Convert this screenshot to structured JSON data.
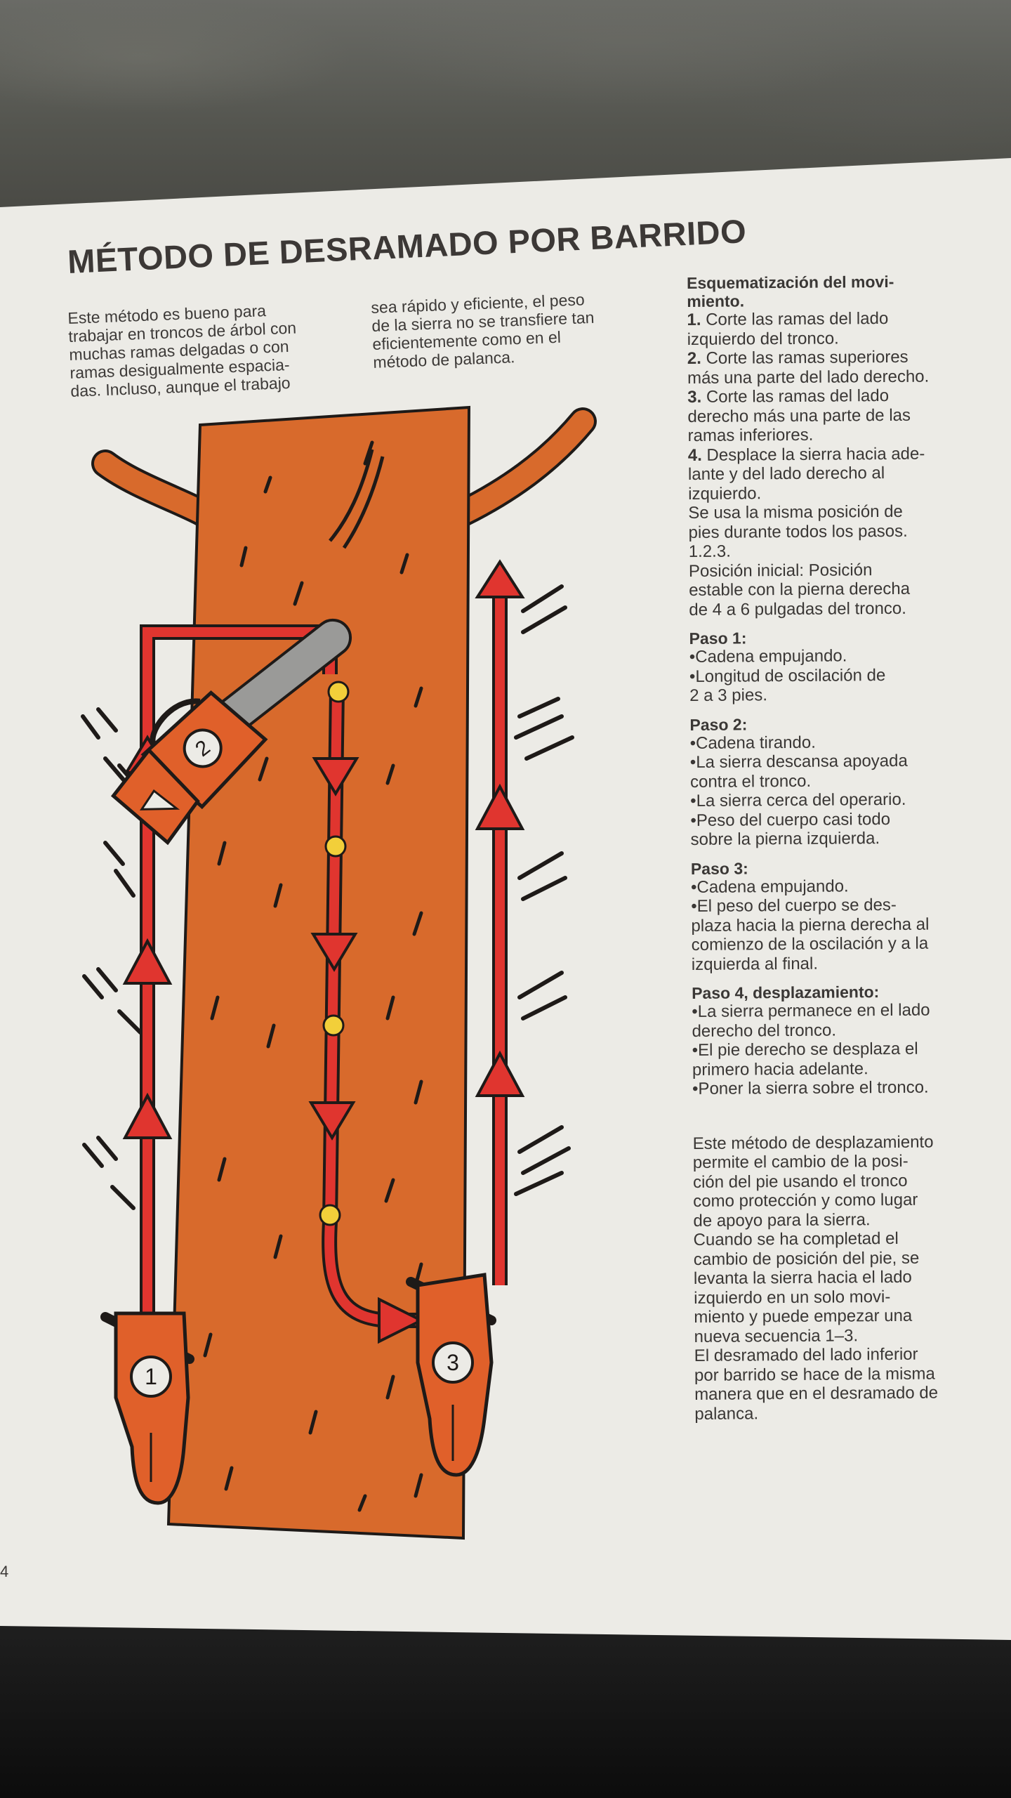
{
  "title": "MÉTODO DE DESRAMADO POR BARRIDO",
  "intro": {
    "col1": "Este método es bueno para\ntrabajar en troncos de árbol con\nmuchas ramas delgadas o con\nramas desigualmente espacia-\ndas. Incluso, aunque el trabajo",
    "col2": "sea rápido y eficiente, el peso\nde la sierra no se transfiere tan\neficientemente como en el\nmétodo de palanca."
  },
  "scheme": {
    "heading": "Esquematización del movi-\nmiento.",
    "steps": [
      {
        "num": "1.",
        "text": "Corte las ramas del lado\nizquierdo del tronco."
      },
      {
        "num": "2.",
        "text": "Corte las ramas superiores\nmás una parte del lado derecho."
      },
      {
        "num": "3.",
        "text": "Corte las ramas del lado\nderecho más una parte de las\nramas inferiores."
      },
      {
        "num": "4.",
        "text": "Desplace la sierra hacia ade-\nlante y del lado derecho al\nizquierdo."
      }
    ],
    "note": "Se usa la misma posición de\npies durante todos los pasos.\n1.2.3.\nPosición inicial: Posición\nestable con la pierna derecha\nde 4 a 6 pulgadas del tronco."
  },
  "pasos": [
    {
      "title": "Paso 1:",
      "items": [
        "Cadena empujando.",
        "Longitud de oscilación de\n2 a 3 pies."
      ]
    },
    {
      "title": "Paso 2:",
      "items": [
        "Cadena tirando.",
        "La sierra descansa apoyada\ncontra el tronco.",
        "La sierra cerca del operario.",
        "Peso del cuerpo casi todo\nsobre la pierna izquierda."
      ]
    },
    {
      "title": "Paso 3:",
      "items": [
        "Cadena empujando.",
        "El peso del cuerpo se des-\nplaza hacia la pierna derecha al\ncomienzo de la oscilación y a la\nizquierda al final."
      ]
    },
    {
      "title": "Paso 4, desplazamiento:",
      "items": [
        "La sierra permanece en el lado\nderecho del tronco.",
        "El pie derecho se desplaza el\nprimero hacia adelante.",
        "Poner la sierra sobre el tronco."
      ]
    }
  ],
  "closing": "Este método de desplazamiento\npermite el cambio de la posi-\nción del pie usando el tronco\ncomo protección y como lugar\nde apoyo para la sierra.\nCuando se ha completad el\ncambio de posición del pie, se\nlevanta la sierra hacia el lado\nizquierdo en un solo movi-\nmiento y puede empezar una\nnueva secuencia 1–3.\nEl desramado del lado inferior\npor barrido se hace de la misma\nmanera que en el desramado de\npalanca.",
  "illustration": {
    "saw_labels": [
      "1",
      "2",
      "3"
    ],
    "colors": {
      "trunk": "#d86a2c",
      "arrow": "#e0352f",
      "saw": "#e0602a",
      "bar": "#9a9a98",
      "dot": "#f2cf3a",
      "outline": "#1e1a18"
    }
  },
  "page_number": "4"
}
